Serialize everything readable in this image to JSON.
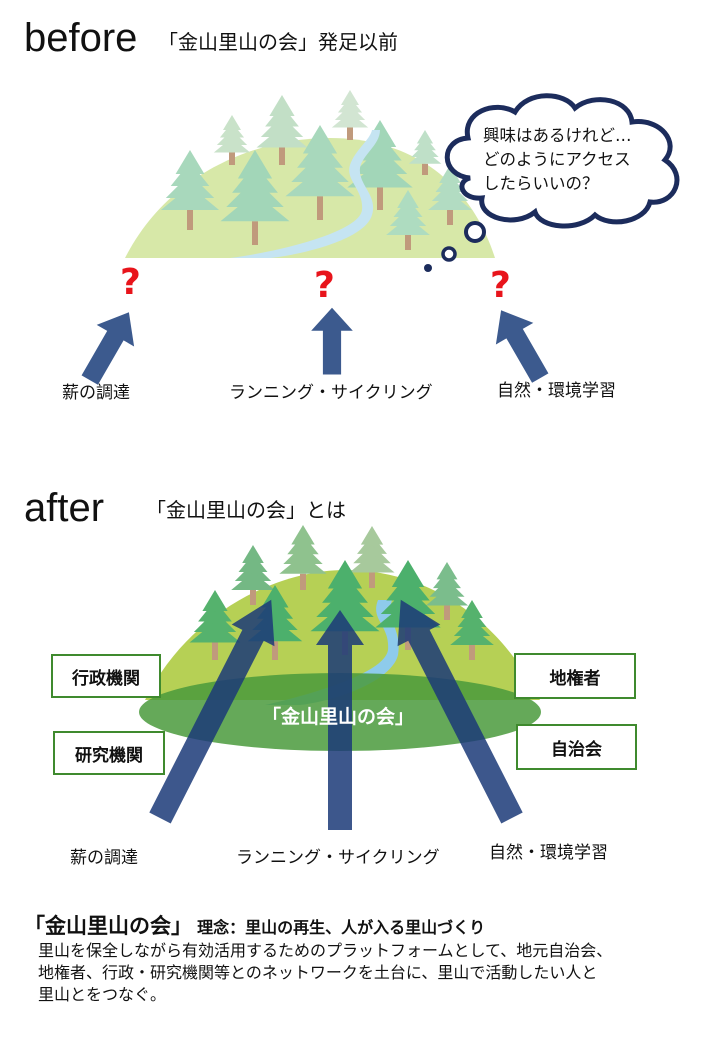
{
  "before": {
    "heading": "before",
    "subtitle": "「金山里山の会」発足以前",
    "thought_bubble": [
      "興味はあるけれど…",
      "どのようにアクセス",
      "したらいいの？"
    ],
    "question_mark": "?",
    "activities": [
      "薪の調達",
      "ランニング・サイクリング",
      "自然・環境学習"
    ]
  },
  "after": {
    "heading": "after",
    "subtitle": "「金山里山の会」とは",
    "center_label": "「金山里山の会」",
    "partners_left": [
      "行政機関",
      "研究機関"
    ],
    "partners_right": [
      "地権者",
      "自治会"
    ],
    "activities": [
      "薪の調達",
      "ランニング・サイクリング",
      "自然・環境学習"
    ]
  },
  "summary": {
    "org_name": "「金山里山の会」",
    "philosophy": "理念：里山の再生、人が入る里山づくり",
    "description": [
      "里山を保全しながら有効活用するためのプラットフォームとして、地元自治会、",
      "地権者、行政・研究機関等とのネットワークを土台に、里山で活動したい人と",
      "里山とをつなぐ。"
    ]
  },
  "colors": {
    "arrow": "#3c5a8e",
    "hill_before": "#d7e8a8",
    "hill_after": "#b6d055",
    "group": "#4a9a3c",
    "box_border": "#3f8a2e",
    "cloud": "#1c2c5c",
    "question": "#e8141b"
  }
}
